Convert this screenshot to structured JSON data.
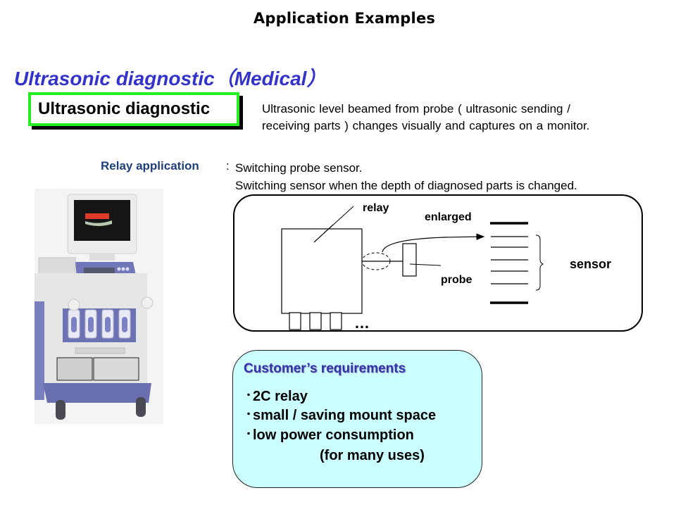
{
  "slide": {
    "title": "Application Examples",
    "section_heading": "Ultrasonic diagnostic（Medical）"
  },
  "topic": {
    "label": "Ultrasonic diagnostic",
    "description_lines": [
      "Ultrasonic level beamed from probe ( ultrasonic sending /",
      "receiving parts ) changes visually and captures on a monitor."
    ]
  },
  "relay_application": {
    "label": "Relay application",
    "colon": ":",
    "lines": [
      "Switching probe sensor.",
      "Switching sensor when the depth of diagnosed parts is changed."
    ]
  },
  "device_photo": {
    "alt": "Ultrasonic diagnostic system cart with monitor, control panel and probes",
    "colors": {
      "body": "#e8e8e8",
      "accent": "#6a6fb0",
      "screen": "#111111"
    }
  },
  "diagram": {
    "labels": {
      "relay": "relay",
      "enlarged": "enlarged",
      "probe": "probe",
      "sensor": "sensor",
      "ellipsis": "…"
    },
    "sensor_line_count": 5,
    "small_box_count": 3
  },
  "requirements": {
    "title": "Customer’s requirements",
    "bullet": "・",
    "items": [
      "2C relay",
      "small / saving mount space",
      "low power consumption"
    ],
    "continuation": "(for many uses)",
    "colors": {
      "panel_bg": "#ccffff",
      "title": "#3333aa"
    }
  }
}
